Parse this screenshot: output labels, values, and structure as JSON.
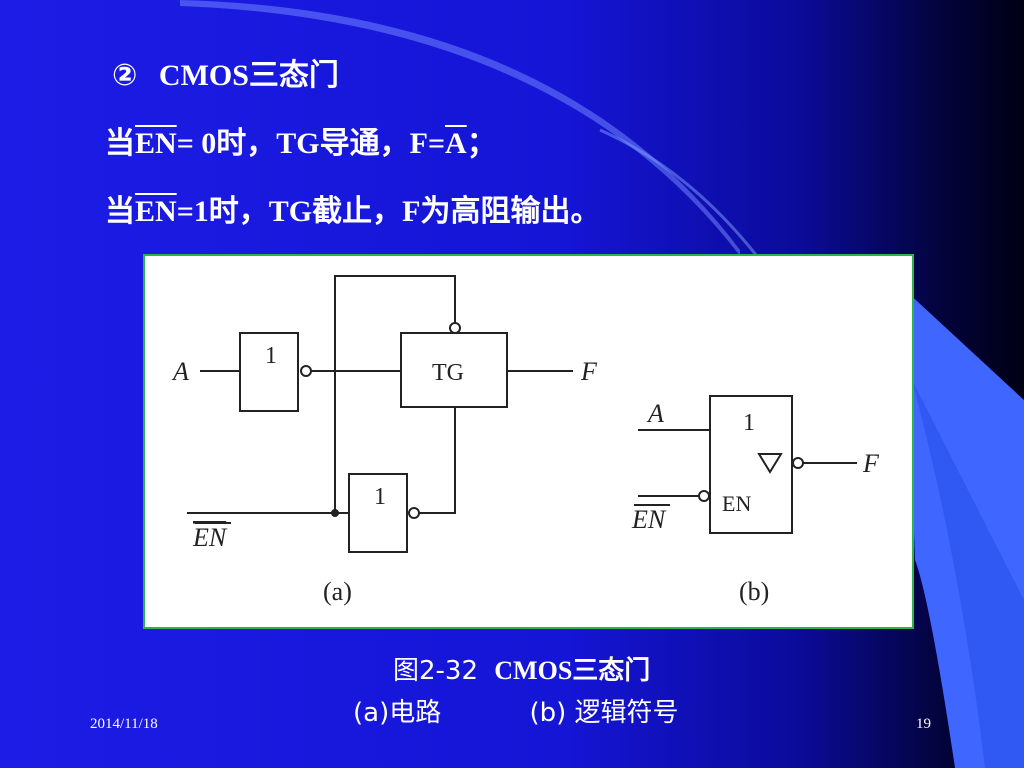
{
  "slide": {
    "heading": {
      "marker": "②",
      "text": "CMOS三态门"
    },
    "line1": {
      "prefix": "当",
      "en": "EN",
      "mid": "= 0时，TG导通，F=",
      "a": "A",
      "end": "；"
    },
    "line2": {
      "prefix": "当",
      "en": "EN",
      "rest": "=1时，TG截止，F为高阻输出。"
    }
  },
  "diagram": {
    "circuit": {
      "input_a": "A",
      "inverter1_label": "1",
      "tg_label": "TG",
      "output_f": "F",
      "inverter2_label": "1",
      "input_en": "EN",
      "caption": "(a)"
    },
    "symbol": {
      "input_a": "A",
      "func_label": "1",
      "en_label": "EN",
      "input_en": "EN",
      "output_f": "F",
      "caption": "(b)"
    }
  },
  "caption": {
    "line1_num": "图2-32",
    "line1_title": "CMOS三态门",
    "line2_a": "(a)电路",
    "line2_b": "(b) 逻辑符号"
  },
  "footer": {
    "date": "2014/11/18",
    "page": "19"
  }
}
